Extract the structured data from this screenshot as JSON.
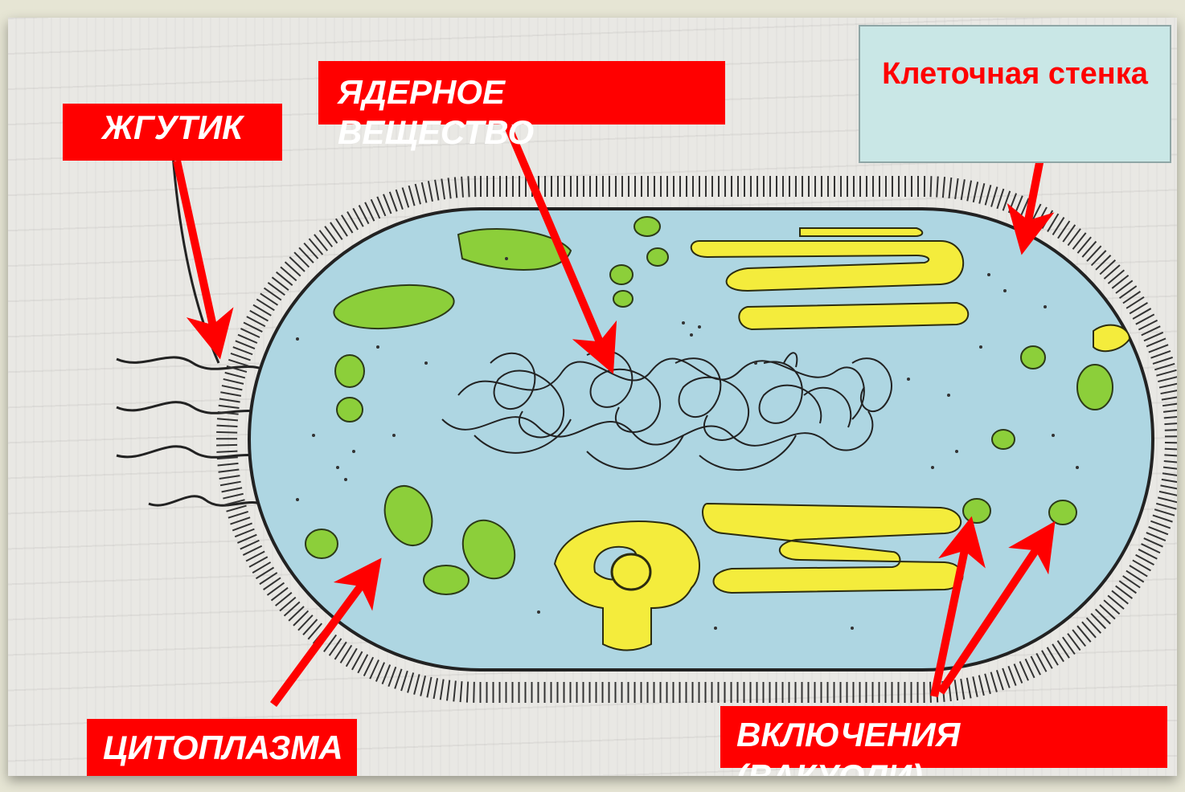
{
  "labels": {
    "flagellum": "ЖГУТИК",
    "nucleoid": "ЯДЕРНОЕ ВЕЩЕСТВО",
    "cell_wall": "Клеточная стенка",
    "cytoplasm": "ЦИТОПЛАЗМА",
    "inclusions": "ВКЛЮЧЕНИЯ (ВАКУОЛИ)"
  },
  "colors": {
    "label_bg": "#ff0000",
    "label_text": "#ffffff",
    "arrow": "#ff0000",
    "cytoplasm": "#aed6e2",
    "green_bodies": "#8ccf3a",
    "yellow_membranes": "#f4ec3c",
    "outline": "#222222",
    "wall_box_bg": "#c9e7e6",
    "wall_box_text": "#ff0000"
  }
}
